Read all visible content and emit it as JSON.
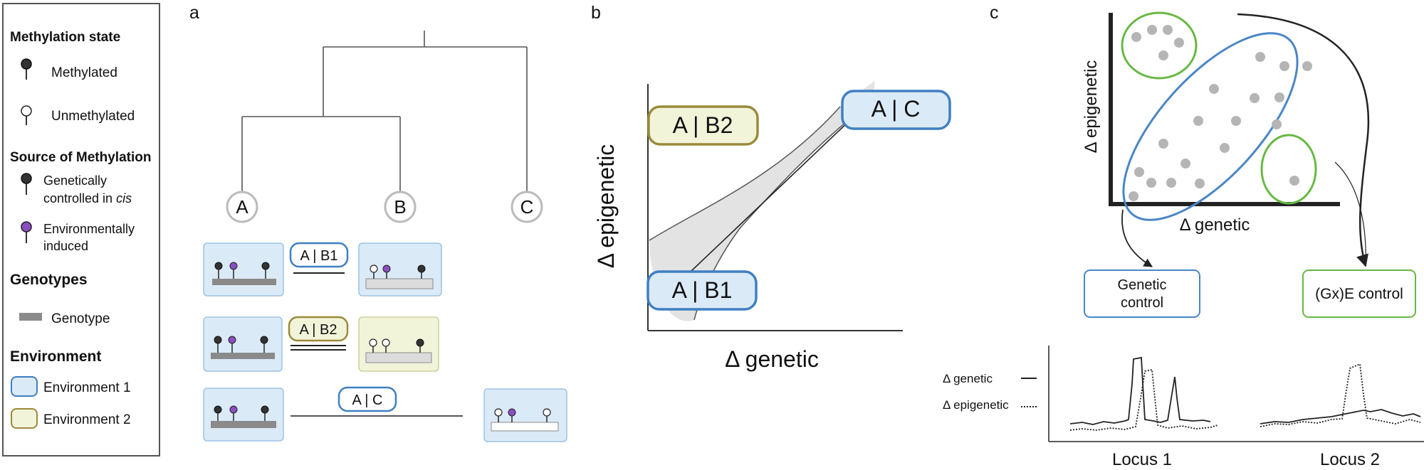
{
  "legend": {
    "meth_heading": "Methylation state",
    "methylated": "Methylated",
    "unmethylated": "Unmethylated",
    "source_heading": "Source of Methylation",
    "genetic_line1": "Genetically",
    "genetic_line2": "controlled in",
    "genetic_cis": "cis",
    "env_line1": "Environmentally",
    "env_line2": "induced",
    "genotypes_heading": "Genotypes",
    "genotype": "Genotype",
    "environment_heading": "Environment",
    "env1": "Environment 1",
    "env2": "Environment 2"
  },
  "panel_a": {
    "letter": "a",
    "nodes": [
      "A",
      "B",
      "C"
    ],
    "pair_ab1": "A | B1",
    "pair_ab2": "A | B2",
    "pair_ac": "A | C"
  },
  "panel_b": {
    "letter": "b",
    "ylabel": "Δ epigenetic",
    "xlabel": "Δ genetic",
    "label_ab2": "A | B2",
    "label_ac": "A | C",
    "label_ab1": "A | B1"
  },
  "panel_c": {
    "letter": "c",
    "ylabel": "Δ epigenetic",
    "xlabel": "Δ genetic",
    "genetic_control_line1": "Genetic",
    "genetic_control_line2": "control",
    "gxe_control": "(Gx)E control",
    "trace_genetic": "Δ genetic",
    "trace_epigenetic": "Δ epigenetic",
    "locus1": "Locus 1",
    "locus2": "Locus 2"
  },
  "colors": {
    "env1_fill": "#dbeaf7",
    "env1_stroke": "#3f7fc2",
    "env2_fill": "#f2f4da",
    "env2_stroke": "#9a8a3a",
    "methylated": "#333333",
    "induced": "#8a4fc0",
    "genotype": "#8a8a8a",
    "cluster_blue": "#4a86c6",
    "cluster_green": "#67b844",
    "dot_gray": "#b5b5b5"
  }
}
